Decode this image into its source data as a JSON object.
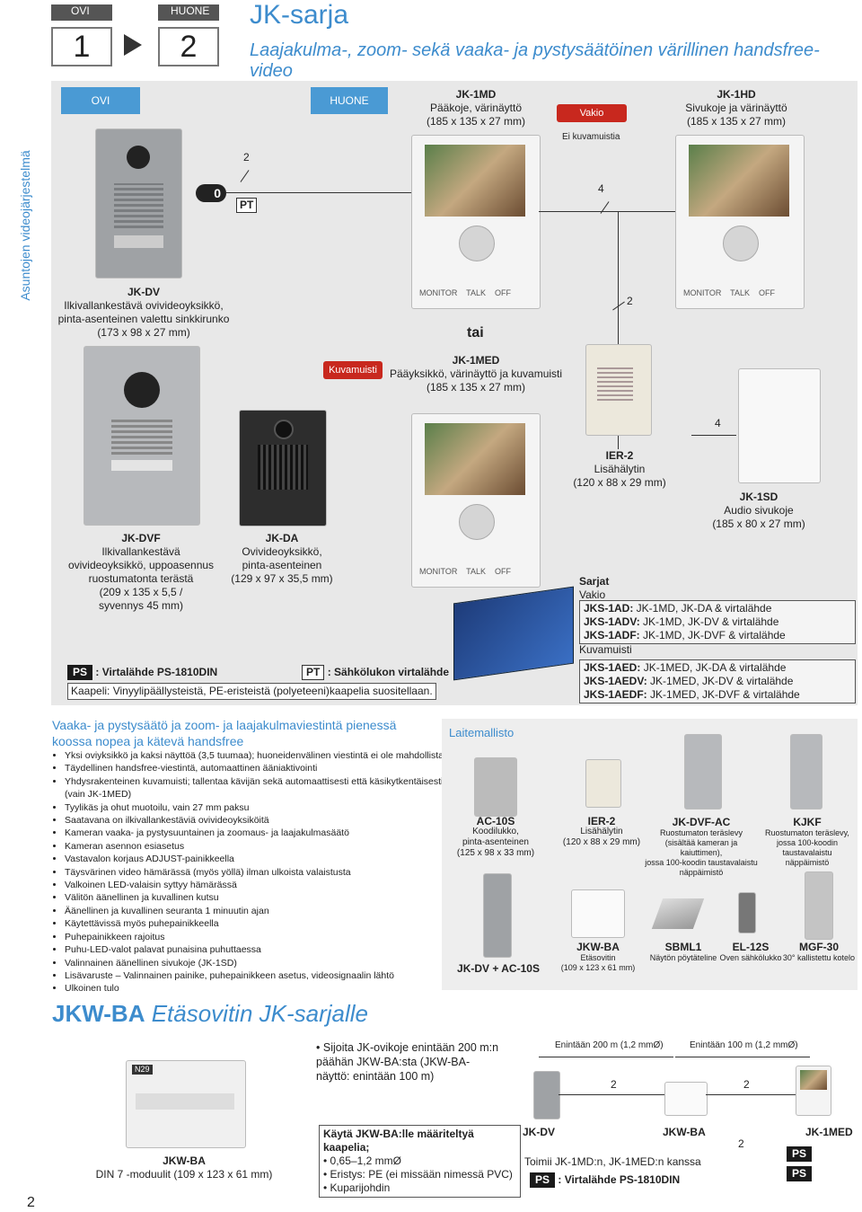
{
  "header": {
    "ovi_label": "OVI",
    "one": "1",
    "huone_label": "HUONE",
    "two": "2",
    "title": "JK-sarja",
    "subtitle": "Laajakulma-, zoom- sekä vaaka- ja pystysäätöinen värillinen handsfree-video"
  },
  "sidebar_text": "Asuntojen videojärjestelmä",
  "system": {
    "ovi_tag": "OVI",
    "huone_tag": "HUONE",
    "wire2a": "2",
    "pt": "PT",
    "zero": "0",
    "jk1md": {
      "name": "JK-1MD",
      "desc": "Pääkoje, värinäyttö",
      "dims": "(185 x 135 x 27 mm)"
    },
    "vakio": "Vakio",
    "ei_kuva": "Ei kuvamuistia",
    "wire4": "4",
    "wire2b": "2",
    "jk1hd": {
      "name": "JK-1HD",
      "desc": "Sivukoje ja värinäyttö",
      "dims": "(185 x 135 x 27 mm)"
    },
    "jkdv": {
      "name": "JK-DV",
      "desc1": "Ilkivallankestävä ovivideoyksikkö,",
      "desc2": "pinta-asenteinen valettu sinkkirunko",
      "dims": "(173 x 98 x 27 mm)"
    },
    "tai": "tai",
    "kuvamuisti": "Kuvamuisti",
    "jk1med": {
      "name": "JK-1MED",
      "desc": "Pääyksikkö, värinäyttö ja kuvamuisti",
      "dims": "(185 x 135 x 27 mm)"
    },
    "wire4b": "4",
    "ier2": {
      "name": "IER-2",
      "desc": "Lisähälytin",
      "dims": "(120 x 88 x 29 mm)"
    },
    "jk1sd": {
      "name": "JK-1SD",
      "desc": "Audio sivukoje",
      "dims": "(185 x 80 x 27 mm)"
    },
    "jkdvf": {
      "name": "JK-DVF",
      "l1": "Ilkivallankestävä",
      "l2": "ovivideoyksikkö, uppoasennus",
      "l3": "ruostumatonta terästä",
      "l4": "(209 x 135 x 5,5 /",
      "l5": "syvennys 45 mm)"
    },
    "jkda": {
      "name": "JK-DA",
      "l1": "Ovivideoyksikkö,",
      "l2": "pinta-asenteinen",
      "l3": "(129 x 97 x 35,5 mm)"
    },
    "sarjat": {
      "title": "Sarjat",
      "vakio": "Vakio",
      "s1b": "JKS-1AD:",
      "s1": " JK-1MD, JK-DA & virtalähde",
      "s2b": "JKS-1ADV:",
      "s2": " JK-1MD, JK-DV & virtalähde",
      "s3b": "JKS-1ADF:",
      "s3": " JK-1MD, JK-DVF & virtalähde",
      "kuva": "Kuvamuisti",
      "s4b": "JKS-1AED:",
      "s4": " JK-1MED, JK-DA & virtalähde",
      "s5b": "JKS-1AEDV:",
      "s5": " JK-1MED, JK-DV & virtalähde",
      "s6b": "JKS-1AEDF:",
      "s6": " JK-1MED, JK-DVF & virtalähde"
    },
    "ps": "PS",
    "ps_text": ": Virtalähde PS-1810DIN",
    "pt2": "PT",
    "pt_text": ": Sähkölukon virtalähde",
    "kaapeli": "Kaapeli: Vinyylipäällysteistä, PE-eristeistä (polyeteeni)kaapelia suositellaan."
  },
  "features": {
    "heading1": "Vaaka- ja pystysäätö ja zoom- ja laajakulmaviestintä pienessä",
    "heading2": "koossa nopea ja kätevä handsfree",
    "items": [
      "Yksi oviyksikkö ja kaksi näyttöä (3,5 tuumaa); huoneidenvälinen viestintä ei ole mahdollista",
      "Täydellinen handsfree-viestintä, automaattinen ääniaktivointi",
      "Yhdysrakenteinen kuvamuisti; tallentaa kävijän sekä automaattisesti että käsikytkentäisesti",
      "(vain JK-1MED)",
      "Tyylikäs ja ohut muotoilu, vain 27 mm paksu",
      "Saatavana on ilkivallankestäviä ovivideoyksiköitä",
      "Kameran vaaka- ja pystysuuntainen ja zoomaus- ja laajakulmasäätö",
      "Kameran asennon esiasetus",
      "Vastavalon korjaus ADJUST-painikkeella",
      "Täysvärinen video hämärässä (myös yöllä) ilman ulkoista valaistusta",
      "Valkoinen LED-valaisin syttyy hämärässä",
      "Välitön äänellinen ja kuvallinen kutsu",
      "Äänellinen ja kuvallinen seuranta 1 minuutin ajan",
      "Käytettävissä myös puhepainikkeella",
      "Puhepainikkeen rajoitus",
      "Puhu-LED-valot palavat punaisina puhuttaessa",
      "Valinnainen äänellinen sivukoje (JK-1SD)",
      "Lisävaruste – Valinnainen painike, puhepainikkeen asetus, videosignaalin lähtö",
      "Ulkoinen tulo"
    ]
  },
  "accessories": {
    "title": "Laitemallisto",
    "ac10s": {
      "name": "AC-10S",
      "l1": "Koodilukko,",
      "l2": "pinta-asenteinen",
      "l3": "(125 x 98 x 33 mm)"
    },
    "ier2": {
      "name": "IER-2",
      "l1": "Lisähälytin",
      "l2": "(120 x 88 x 29 mm)"
    },
    "jkdvfac": {
      "name": "JK-DVF-AC",
      "l1": "Ruostumaton teräslevy",
      "l2": "(sisältää kameran ja kaiuttimen),",
      "l3": "jossa 100-koodin taustavalaistu",
      "l4": "näppäimistö"
    },
    "jkjf": {
      "name": "KJKF",
      "l1": "Ruostumaton teräslevy,",
      "l2": "jossa 100-koodin",
      "l3": "taustavalaistu näppäimistö"
    },
    "jkdvac": "JK-DV + AC-10S",
    "jkwba": {
      "name": "JKW-BA",
      "l1": "Etäsovitin",
      "l2": "(109 x 123 x 61 mm)"
    },
    "sbml1": {
      "name": "SBML1",
      "l1": "Näytön pöytäteline"
    },
    "el12s": {
      "name": "EL-12S",
      "l1": "Oven sähkölukko"
    },
    "mgf30": {
      "name": "MGF-30",
      "l1": "30° kallistettu kotelo"
    }
  },
  "jkwba_section": {
    "title_bold": "JKW-BA",
    "title_rest": " Etäsovitin JK-sarjalle",
    "caption_name": "JKW-BA",
    "caption_desc": "DIN 7 -moduulit (109 x 123 x 61 mm)",
    "bullet1": "Sijoita JK-ovikoje enintään 200 m:n päähän JKW-BA:sta (JKW-BA-näyttö: enintään 100 m)",
    "cable_title": "Käytä JKW-BA:lle määriteltyä kaapelia;",
    "cable_items": [
      "0,65–1,2 mmØ",
      "Eristys: PE (ei missään nimessä PVC)",
      "Kuparijohdin"
    ],
    "dist1": "Enintään 200 m (1,2 mmØ)",
    "dist2": "Enintään 100 m (1,2 mmØ)",
    "w1": "2",
    "w2": "2",
    "w3": "2",
    "jkdv": "JK-DV",
    "jkwba": "JKW-BA",
    "jk1med": "JK-1MED",
    "toimii": "Toimii JK-1MD:n, JK-1MED:n kanssa",
    "ps": "PS",
    "ps_text": ": Virtalähde PS-1810DIN"
  },
  "page_number": "2"
}
